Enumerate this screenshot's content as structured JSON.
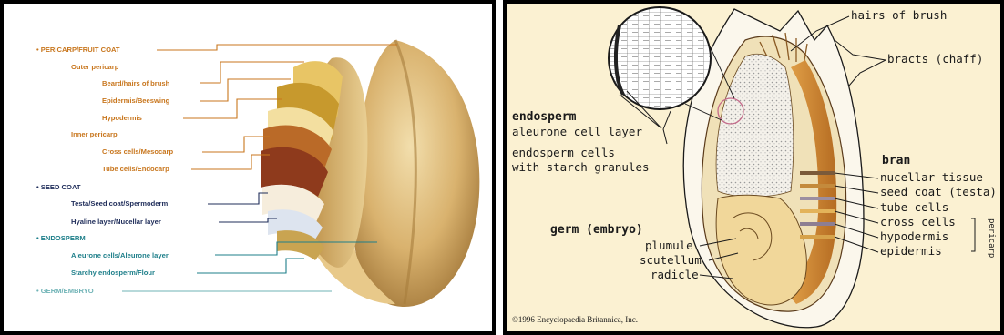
{
  "left_diagram": {
    "labels": {
      "pericarp": "• PERICARP/FRUIT COAT",
      "outer_pericarp": "Outer pericarp",
      "beard": "Beard/hairs of brush",
      "epidermis": "Epidermis/Beeswing",
      "hypodermis": "Hypodermis",
      "inner_pericarp": "Inner pericarp",
      "cross_cells": "Cross cells/Mesocarp",
      "tube_cells": "Tube cells/Endocarp",
      "seed_coat": "• SEED COAT",
      "testa": "Testa/Seed coat/Spermoderm",
      "hyaline": "Hyaline layer/Nucellar layer",
      "endosperm": "• ENDOSPERM",
      "aleurone": "Aleurone cells/Aleurone layer",
      "starchy": "Starchy endosperm/Flour",
      "germ": "• GERM/EMBRYO"
    },
    "colors": {
      "pericarp": "#c8761d",
      "seed_coat": "#1f2d5a",
      "endosperm": "#1e7f8a",
      "germ": "#6fb3b6"
    }
  },
  "right_diagram": {
    "labels": {
      "hairs": "hairs of brush",
      "bracts": "bracts (chaff)",
      "endosperm_head": "endosperm",
      "aleurone": "aleurone cell layer",
      "endo_cells_1": "endosperm cells",
      "endo_cells_2": "with starch granules",
      "bran_head": "bran",
      "nucellar": "nucellar tissue",
      "seed_coat": "seed coat (testa)",
      "tube": "tube cells",
      "cross": "cross cells",
      "hypodermis": "hypodermis",
      "epidermis": "epidermis",
      "pericarp": "pericarp",
      "germ_head": "germ (embryo)",
      "plumule": "plumule",
      "scutellum": "scutellum",
      "radicle": "radicle",
      "copyright": "©1996 Encyclopaedia Britannica, Inc."
    }
  }
}
